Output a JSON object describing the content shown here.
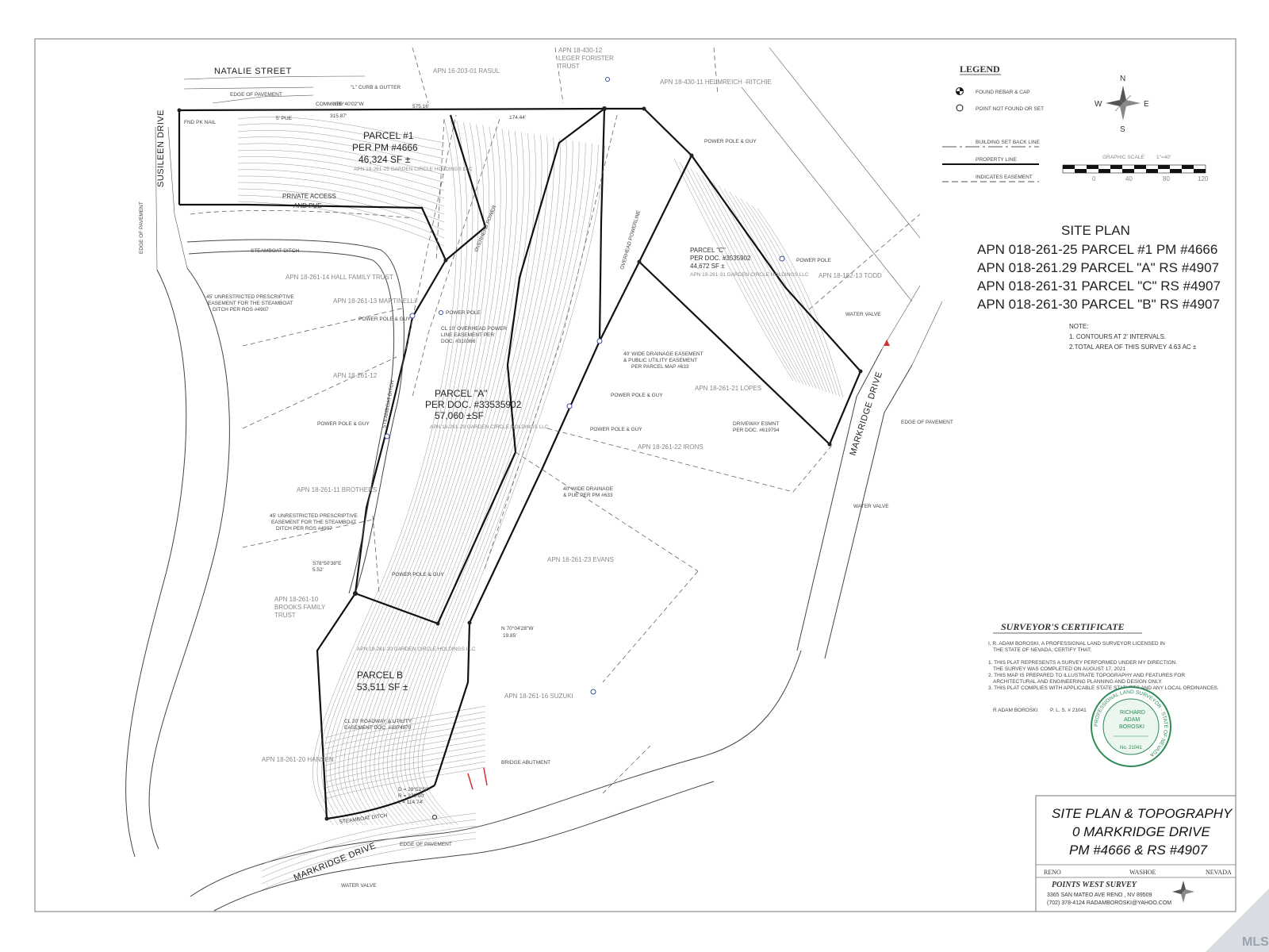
{
  "map": {
    "streets": {
      "natalie": "NATALIE STREET",
      "susileen": "SUSILEEN DRIVE",
      "markridge_top": "MARKRIDGE DRIVE",
      "markridge_bottom": "MARKRIDGE DRIVE"
    },
    "parcels": [
      {
        "name": "PARCEL #1",
        "ref": "PER PM #4666",
        "area": "46,324 SF ±",
        "owner": "APN 18-261-25 GARDEN CIRCLE HOLDINGS LLC"
      },
      {
        "name": "PARCEL \"A\"",
        "ref": "PER DOC. #33535902",
        "area": "57,060 ±SF",
        "owner": "APN 18-261-29 GARDEN CIRCLE HOLDINGS LLC"
      },
      {
        "name": "PARCEL B",
        "ref": "",
        "area": "53,511 SF ±",
        "owner": "APN 18-261-30 GARDEN CIRCLE HOLDINGS LLC"
      },
      {
        "name": "PARCEL \"C\"",
        "ref": "PER DOC. #3535902",
        "area": "44,672 SF ±",
        "owner": "APN 18-261-31 GARDEN CIRCLE HOLDINGS LLC"
      }
    ],
    "neighbors": {
      "rasul": "APN 16-203-01 RASUL",
      "leger_1": "APN 18-430-12",
      "leger_2": "LEGER FORISTER",
      "leger_3": "TRUST",
      "helmreich": "APN 18-430-11 HELMREICH -RITCHIE",
      "hall": "APN 18-261-14 HALL FAMILY TRUST",
      "martinelli": "APN 18-261-13 MARTINELLI",
      "apn12": "APN 18-261-12",
      "brothers": "APN 18-261-11 BROTHERS",
      "brooks_1": "APN 18-261-10",
      "brooks_2": "BROOKS FAMILY",
      "brooks_3": "TRUST",
      "hansen": "APN 18-261-20 HANSEN",
      "suzuki": "APN 18-261-16 SUZUKI",
      "evans": "APN 18-261-23 EVANS",
      "irons": "APN 18-261-22 IRONS",
      "lopes": "APN 18-261-21 LOPES",
      "todd": "APN 18-182-13 TODD"
    },
    "notes": {
      "curb": "\"L\" CURB & GUTTER",
      "edge_top": "EDGE OF PAVEMENT",
      "edge_right": "EDGE OF PAVEMENT",
      "edge_left": "EDGE OF PAVEMENT",
      "edge_bottom": "EDGE OF PAVEMENT",
      "private_access": "PRIVATE ACCESS",
      "and_pue": "AND PUE",
      "steamboat_ditch_1": "STEAMBOAT DITCH",
      "steamboat_ditch_2": "STEAMBOAT DITCH",
      "steamboat_ditch_3": "STEAMBOAT DITCH",
      "easement1_1": "45' UNRESTRICTED PRESCRIPTIVE",
      "easement1_2": "EASEMENT FOR THE STEAMBOAT",
      "easement1_3": "DITCH PER ROS #4907",
      "easement2_1": "45' UNRESTRICTED PRESCRIPTIVE",
      "easement2_2": "EASEMENT FOR THE STEAMBOAT",
      "easement2_3": "DITCH PER ROS #4907",
      "overhead_1": "CL 10' OVERHEAD POWER",
      "overhead_2": "LINE EASEMENT PER",
      "overhead_3": "DOC. #310366",
      "drainage1_1": "40' WIDE DRAINAGE EASEMENT",
      "drainage1_2": "& PUBLIC UTILITY EASEMENT",
      "drainage1_3": "PER PARCEL MAP #633",
      "drainage2_1": "40' WIDE DRAINAGE",
      "drainage2_2": "& PUE PER PM #633",
      "driveway_1": "DRIVEWAY ESMNT",
      "driveway_2": "PER DOC. #619794",
      "roadway_1": "CL 20' ROADWAY & UTILITY",
      "roadway_2": "EASEMENT DOC. #3374870",
      "bridge": "BRIDGE ABUTMENT",
      "curve_d": "D = 29°52'58\"",
      "curve_r": "R = 220.00'",
      "curve_l": "L = 114.74'",
      "bearing1": "N 70°04'28\"W",
      "bearing1_dist": "19.85'",
      "bearing2": "S78°50'38\"E",
      "bearing2_dist": "5.52'",
      "power_pole_guy_1": "POWER POLE & GUY",
      "power_pole_guy_2": "POWER POLE & GUY",
      "power_pole_guy_3": "POWER POLE & GUY",
      "power_pole_guy_4": "POWER POLE & GUY",
      "power_pole_guy_5": "POWER POLE & GUY",
      "power_pole_guy_6": "POWER POLE & GUY",
      "power_pole_1": "POWER POLE",
      "power_pole_2": "POWER POLE",
      "water_valve_1": "WATER VALVE",
      "water_valve_2": "WATER VALVE",
      "water_valve_3": "WATER VALVE",
      "overhead_line_1": "OVERHEAD POWERLINE",
      "overhead_line_2": "OVERHEAD POWER",
      "commute": "COMMUTE",
      "fnd_nail": "FND PK NAIL",
      "pue": "5' PUE",
      "dim_top_1": "N89°40'02\"W",
      "dim_top_2": "575.16'",
      "dim_top_3": "315.87'",
      "dim_top_4": "174.44'"
    },
    "legend": {
      "title": "LEGEND",
      "rebar": "FOUND REBAR & CAP",
      "not_found": "POINT NOT FOUND OR SET",
      "setback": "BUILDING SET BACK LINE",
      "property": "PROPERTY LINE",
      "easement": "INDICATES EASEMENT"
    },
    "compass": {
      "n": "N",
      "e": "E",
      "s": "S",
      "w": "W"
    },
    "scale": {
      "title": "GRAPHIC SCALE",
      "ratio": "1\"=40'",
      "ticks": [
        "0",
        "40",
        "80",
        "120"
      ]
    },
    "site_plan": {
      "title": "SITE PLAN",
      "lines": [
        "APN 018-261-25 PARCEL #1  PM #4666",
        "APN 018-261.29 PARCEL \"A\" RS #4907",
        "APN 018-261-31 PARCEL \"C\" RS #4907",
        "APN 018-261-30 PARCEL \"B\" RS #4907"
      ]
    },
    "note": {
      "title": "NOTE:",
      "items": [
        "1. CONTOURS AT 2' INTERVALS.",
        "2.TOTAL AREA OF THIS SURVEY 4.63 AC ±"
      ]
    },
    "certificate": {
      "title": "SURVEYOR'S CERTIFICATE",
      "lines": [
        "I, R. ADAM BOROSKI, A PROFESSIONAL LAND SURVEYOR LICENSED IN",
        "THE STATE OF NEVADA, CERTIFY THAT;",
        "1. THIS PLAT REPRESENTS A SURVEY PERFORMED UNDER MY DIRECTION.",
        "THE SURVEY WAS COMPLETED ON AUGUST 17, 2021",
        "2. THIS MAP IS PREPARED TO ILLUSTRATE TOPOGRAPHY AND FEATURES FOR",
        "ARCHITECTURAL AND ENGINEERING PLANNING AND DESIGN ONLY.",
        "3. THIS PLAT COMPLIES WITH APPLICABLE STATE STATUTES AND ANY LOCAL ORDINANCES."
      ],
      "signer": "R ADAM BOROSKI",
      "pls": "P. L. S. # 21041"
    },
    "seal": {
      "ring": "PROFESSIONAL LAND SURVEYOR · STATE OF NEVADA",
      "line1": "RICHARD",
      "line2": "ADAM",
      "line3": "BOROSKI",
      "number": "No. 21041"
    },
    "title_block": {
      "line1": "SITE PLAN & TOPOGRAPHY",
      "line2": "0 MARKRIDGE DRIVE",
      "line3": "PM #4666  & RS #4907",
      "city": "RENO",
      "county": "WASHOE",
      "state": "NEVADA",
      "company": "POINTS WEST SURVEY",
      "address": "3365 SAN MATEO AVE RENO , NV 89509",
      "contact": "(702)  378-4124    RADAMBOROSKI@YAHOO.COM"
    },
    "watermark": "MLS"
  }
}
